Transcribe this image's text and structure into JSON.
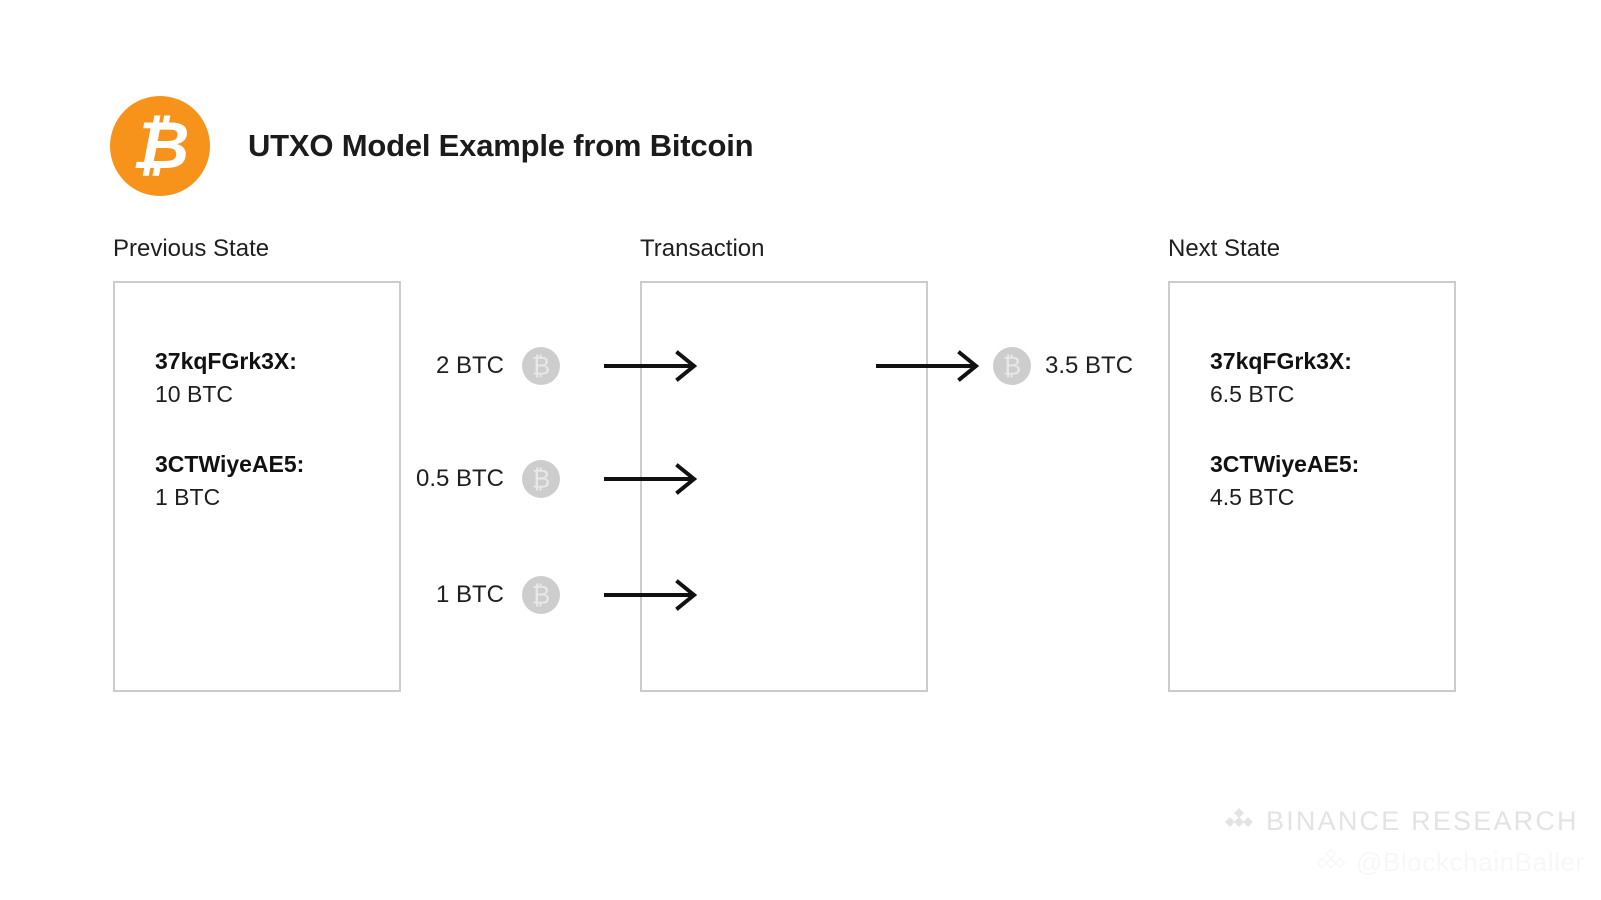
{
  "title": {
    "text": "UTXO Model Example from Bitcoin",
    "logo_icon": "bitcoin-logo-icon",
    "logo_glyph": "₿",
    "logo_color": "#f7931a"
  },
  "columns": {
    "previous": "Previous State",
    "transaction": "Transaction",
    "next": "Next State"
  },
  "previous_state": {
    "accounts": [
      {
        "address": "37kqFGrk3X:",
        "balance": "10 BTC"
      },
      {
        "address": "3CTWiyeAE5:",
        "balance": "1 BTC"
      }
    ]
  },
  "next_state": {
    "accounts": [
      {
        "address": "37kqFGrk3X:",
        "balance": "6.5 BTC"
      },
      {
        "address": "3CTWiyeAE5:",
        "balance": "4.5 BTC"
      }
    ]
  },
  "transaction": {
    "coin_glyph": "₿",
    "coin_color": "#cdcdcd",
    "inputs": [
      {
        "amount": "2 BTC"
      },
      {
        "amount": "0.5 BTC"
      },
      {
        "amount": "1 BTC"
      }
    ],
    "outputs": [
      {
        "amount": "3.5 BTC"
      }
    ]
  },
  "watermarks": {
    "binance": "BINANCE RESEARCH",
    "handle": "@BlockchainBaller"
  }
}
